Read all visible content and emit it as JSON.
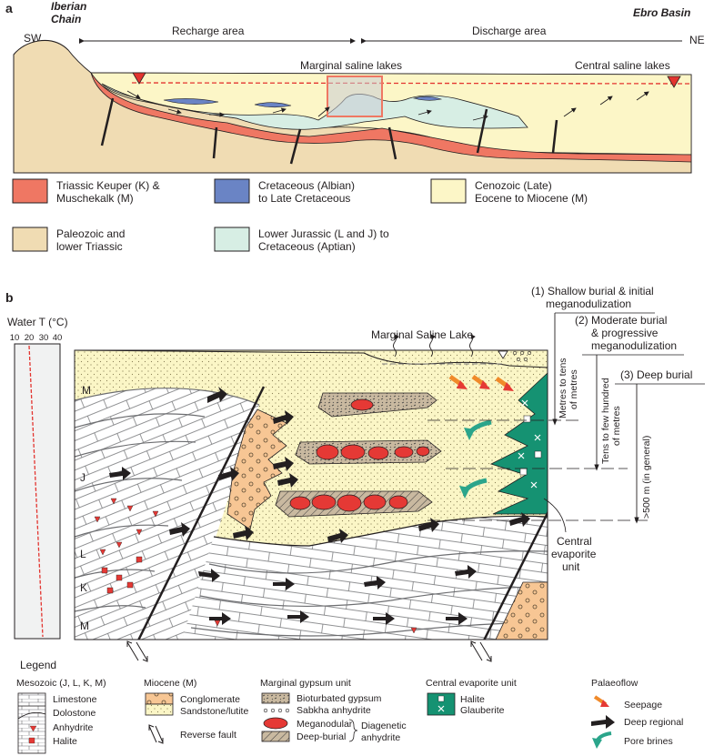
{
  "panel_a": {
    "letter": "a",
    "iberian_1": "Iberian",
    "iberian_2": "Chain",
    "ebro": "Ebro Basin",
    "sw": "SW",
    "ne": "NE",
    "recharge": "Recharge area",
    "discharge": "Discharge area",
    "marginal_lakes": "Marginal saline lakes",
    "central_lakes": "Central saline lakes",
    "legend": [
      {
        "l1": "Triassic Keuper (K) &",
        "l2": "Muschekalk (M)",
        "color": "#ef7763"
      },
      {
        "l1": "Cretaceous (Albian)",
        "l2": "to Late Cretaceous",
        "color": "#6a84c5"
      },
      {
        "l1": "Cenozoic (Late)",
        "l2": "Eocene to Miocene (M)",
        "color": "#fcf6c7"
      },
      {
        "l1": "Paleozoic and",
        "l2": "lower Triassic",
        "color": "#f0dcb3"
      },
      {
        "l1": "Lower Jurassic (L and J) to",
        "l2": "Cretaceous (Aptian)",
        "color": "#d7eee4"
      }
    ]
  },
  "panel_b": {
    "letter": "b",
    "water_t": "Water T (°C)",
    "ticks": [
      "10",
      "20",
      "30",
      "40"
    ],
    "lake": "Marginal Saline Lake",
    "stage1_1": "(1) Shallow burial & initial",
    "stage1_2": "meganodulization",
    "stage2_1": "(2) Moderate burial",
    "stage2_2": "& progressive",
    "stage2_3": "meganodulization",
    "stage3": "(3) Deep burial",
    "depth1_1": "Metres to tens",
    "depth1_2": "of metres",
    "depth2_1": "Tens to few hundred",
    "depth2_2": "of metres",
    "depth3": ">500 m (in general)",
    "central_1": "Central",
    "central_2": "evaporite",
    "central_3": "unit",
    "units": [
      "M",
      "J",
      "L",
      "K",
      "M"
    ]
  },
  "legend_b": {
    "title": "Legend",
    "mesozoic": "Mesozoic (J, L, K, M)",
    "limestone": "Limestone",
    "dolostone": "Dolostone",
    "anhydrite": "Anhydrite",
    "halite": "Halite",
    "miocene": "Miocene (M)",
    "conglomerate": "Conglomerate",
    "sandstone": "Sandstone/lutite",
    "reverse_fault": "Reverse fault",
    "marginal": "Marginal gypsum unit",
    "bioturbated": "Bioturbated gypsum",
    "sabkha": "Sabkha anhydrite",
    "meganodular": "Meganodular",
    "deepburial": "Deep-burial",
    "diagenetic_1": "Diagenetic",
    "diagenetic_2": "anhydrite",
    "central": "Central evaporite unit",
    "c_halite": "Halite",
    "glauberite": "Glauberite",
    "palaeoflow": "Palaeoflow",
    "seepage": "Seepage",
    "deep_regional": "Deep regional",
    "pore_brines": "Pore brines"
  }
}
